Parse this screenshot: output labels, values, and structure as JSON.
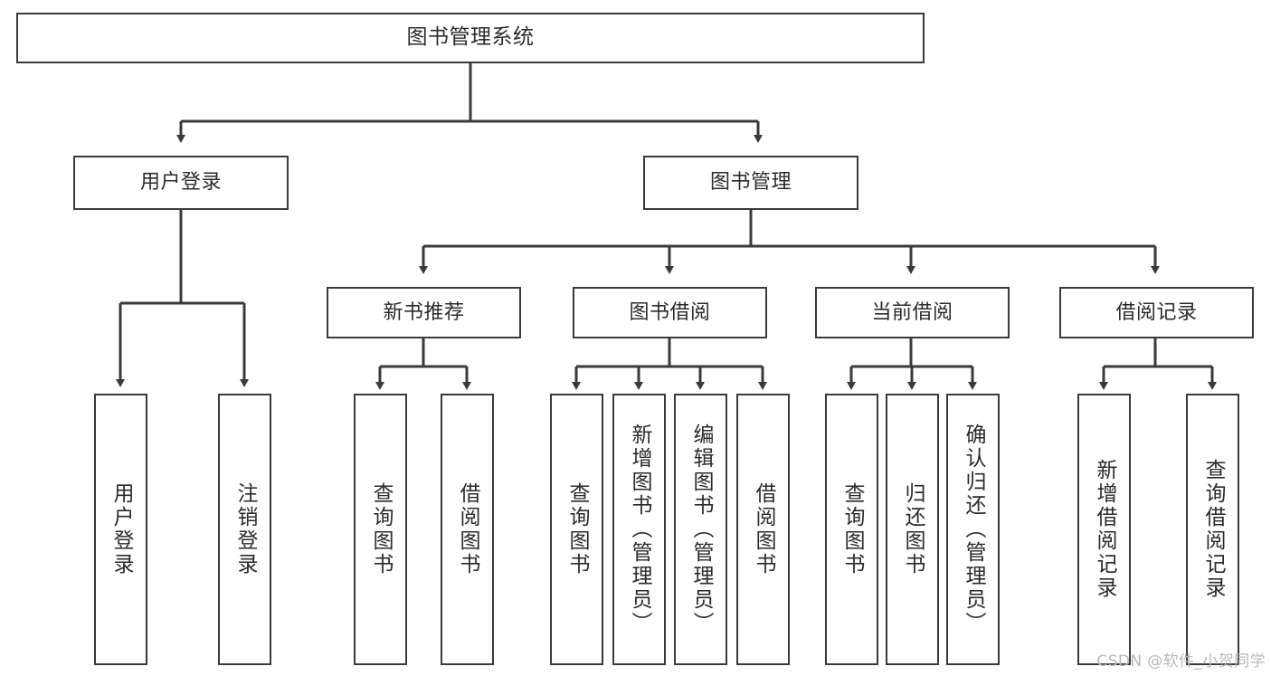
{
  "diagram": {
    "type": "tree-hierarchy",
    "title": "图书管理系统",
    "watermark": "CSDN @软件_小贺同学",
    "colors": {
      "background": "#ffffff",
      "box_border": "#3a3a3a",
      "box_fill": "#ffffff",
      "text": "#2b2b2b",
      "connector": "#3a3a3a",
      "watermark": "#b9b9b9"
    },
    "levels": {
      "root": [
        "图书管理系统"
      ],
      "level2": [
        "用户登录",
        "图书管理"
      ],
      "level3": [
        "新书推荐",
        "图书借阅",
        "当前借阅",
        "借阅记录"
      ],
      "leaves": [
        "用户登录",
        "注销登录",
        "查询图书",
        "借阅图书",
        "查询图书",
        "新增图书（管理员）",
        "编辑图书（管理员）",
        "借阅图书",
        "查询图书",
        "归还图书",
        "确认归还（管理员）",
        "新增借阅记录",
        "查询借阅记录"
      ]
    },
    "nodes": {
      "root": {
        "label": "图书管理系统"
      },
      "user_login": {
        "label": "用户登录"
      },
      "book_manage": {
        "label": "图书管理"
      },
      "new_book_rec": {
        "label": "新书推荐"
      },
      "book_borrow": {
        "label": "图书借阅"
      },
      "current_borrow": {
        "label": "当前借阅"
      },
      "borrow_record": {
        "label": "借阅记录"
      },
      "leaf_user_login": {
        "label": "用户登录"
      },
      "leaf_user_logout": {
        "label": "注销登录"
      },
      "leaf_nb_query": {
        "label": "查询图书"
      },
      "leaf_nb_borrow": {
        "label": "借阅图书"
      },
      "leaf_bb_query": {
        "label": "查询图书"
      },
      "leaf_bb_add": {
        "label": "新增图书（管理员）"
      },
      "leaf_bb_edit": {
        "label": "编辑图书（管理员）"
      },
      "leaf_bb_borrow": {
        "label": "借阅图书"
      },
      "leaf_cb_query": {
        "label": "查询图书"
      },
      "leaf_cb_return": {
        "label": "归还图书"
      },
      "leaf_cb_confirm": {
        "label": "确认归还（管理员）"
      },
      "leaf_br_add": {
        "label": "新增借阅记录"
      },
      "leaf_br_query": {
        "label": "查询借阅记录"
      }
    },
    "edges": [
      {
        "from": "root",
        "to": "user_login"
      },
      {
        "from": "root",
        "to": "book_manage"
      },
      {
        "from": "user_login",
        "to": "leaf_user_login"
      },
      {
        "from": "user_login",
        "to": "leaf_user_logout"
      },
      {
        "from": "book_manage",
        "to": "new_book_rec"
      },
      {
        "from": "book_manage",
        "to": "book_borrow"
      },
      {
        "from": "book_manage",
        "to": "current_borrow"
      },
      {
        "from": "book_manage",
        "to": "borrow_record"
      },
      {
        "from": "new_book_rec",
        "to": "leaf_nb_query"
      },
      {
        "from": "new_book_rec",
        "to": "leaf_nb_borrow"
      },
      {
        "from": "book_borrow",
        "to": "leaf_bb_query"
      },
      {
        "from": "book_borrow",
        "to": "leaf_bb_add"
      },
      {
        "from": "book_borrow",
        "to": "leaf_bb_edit"
      },
      {
        "from": "book_borrow",
        "to": "leaf_bb_borrow"
      },
      {
        "from": "current_borrow",
        "to": "leaf_cb_query"
      },
      {
        "from": "current_borrow",
        "to": "leaf_cb_return"
      },
      {
        "from": "current_borrow",
        "to": "leaf_cb_confirm"
      },
      {
        "from": "borrow_record",
        "to": "leaf_br_add"
      },
      {
        "from": "borrow_record",
        "to": "leaf_br_query"
      }
    ]
  }
}
